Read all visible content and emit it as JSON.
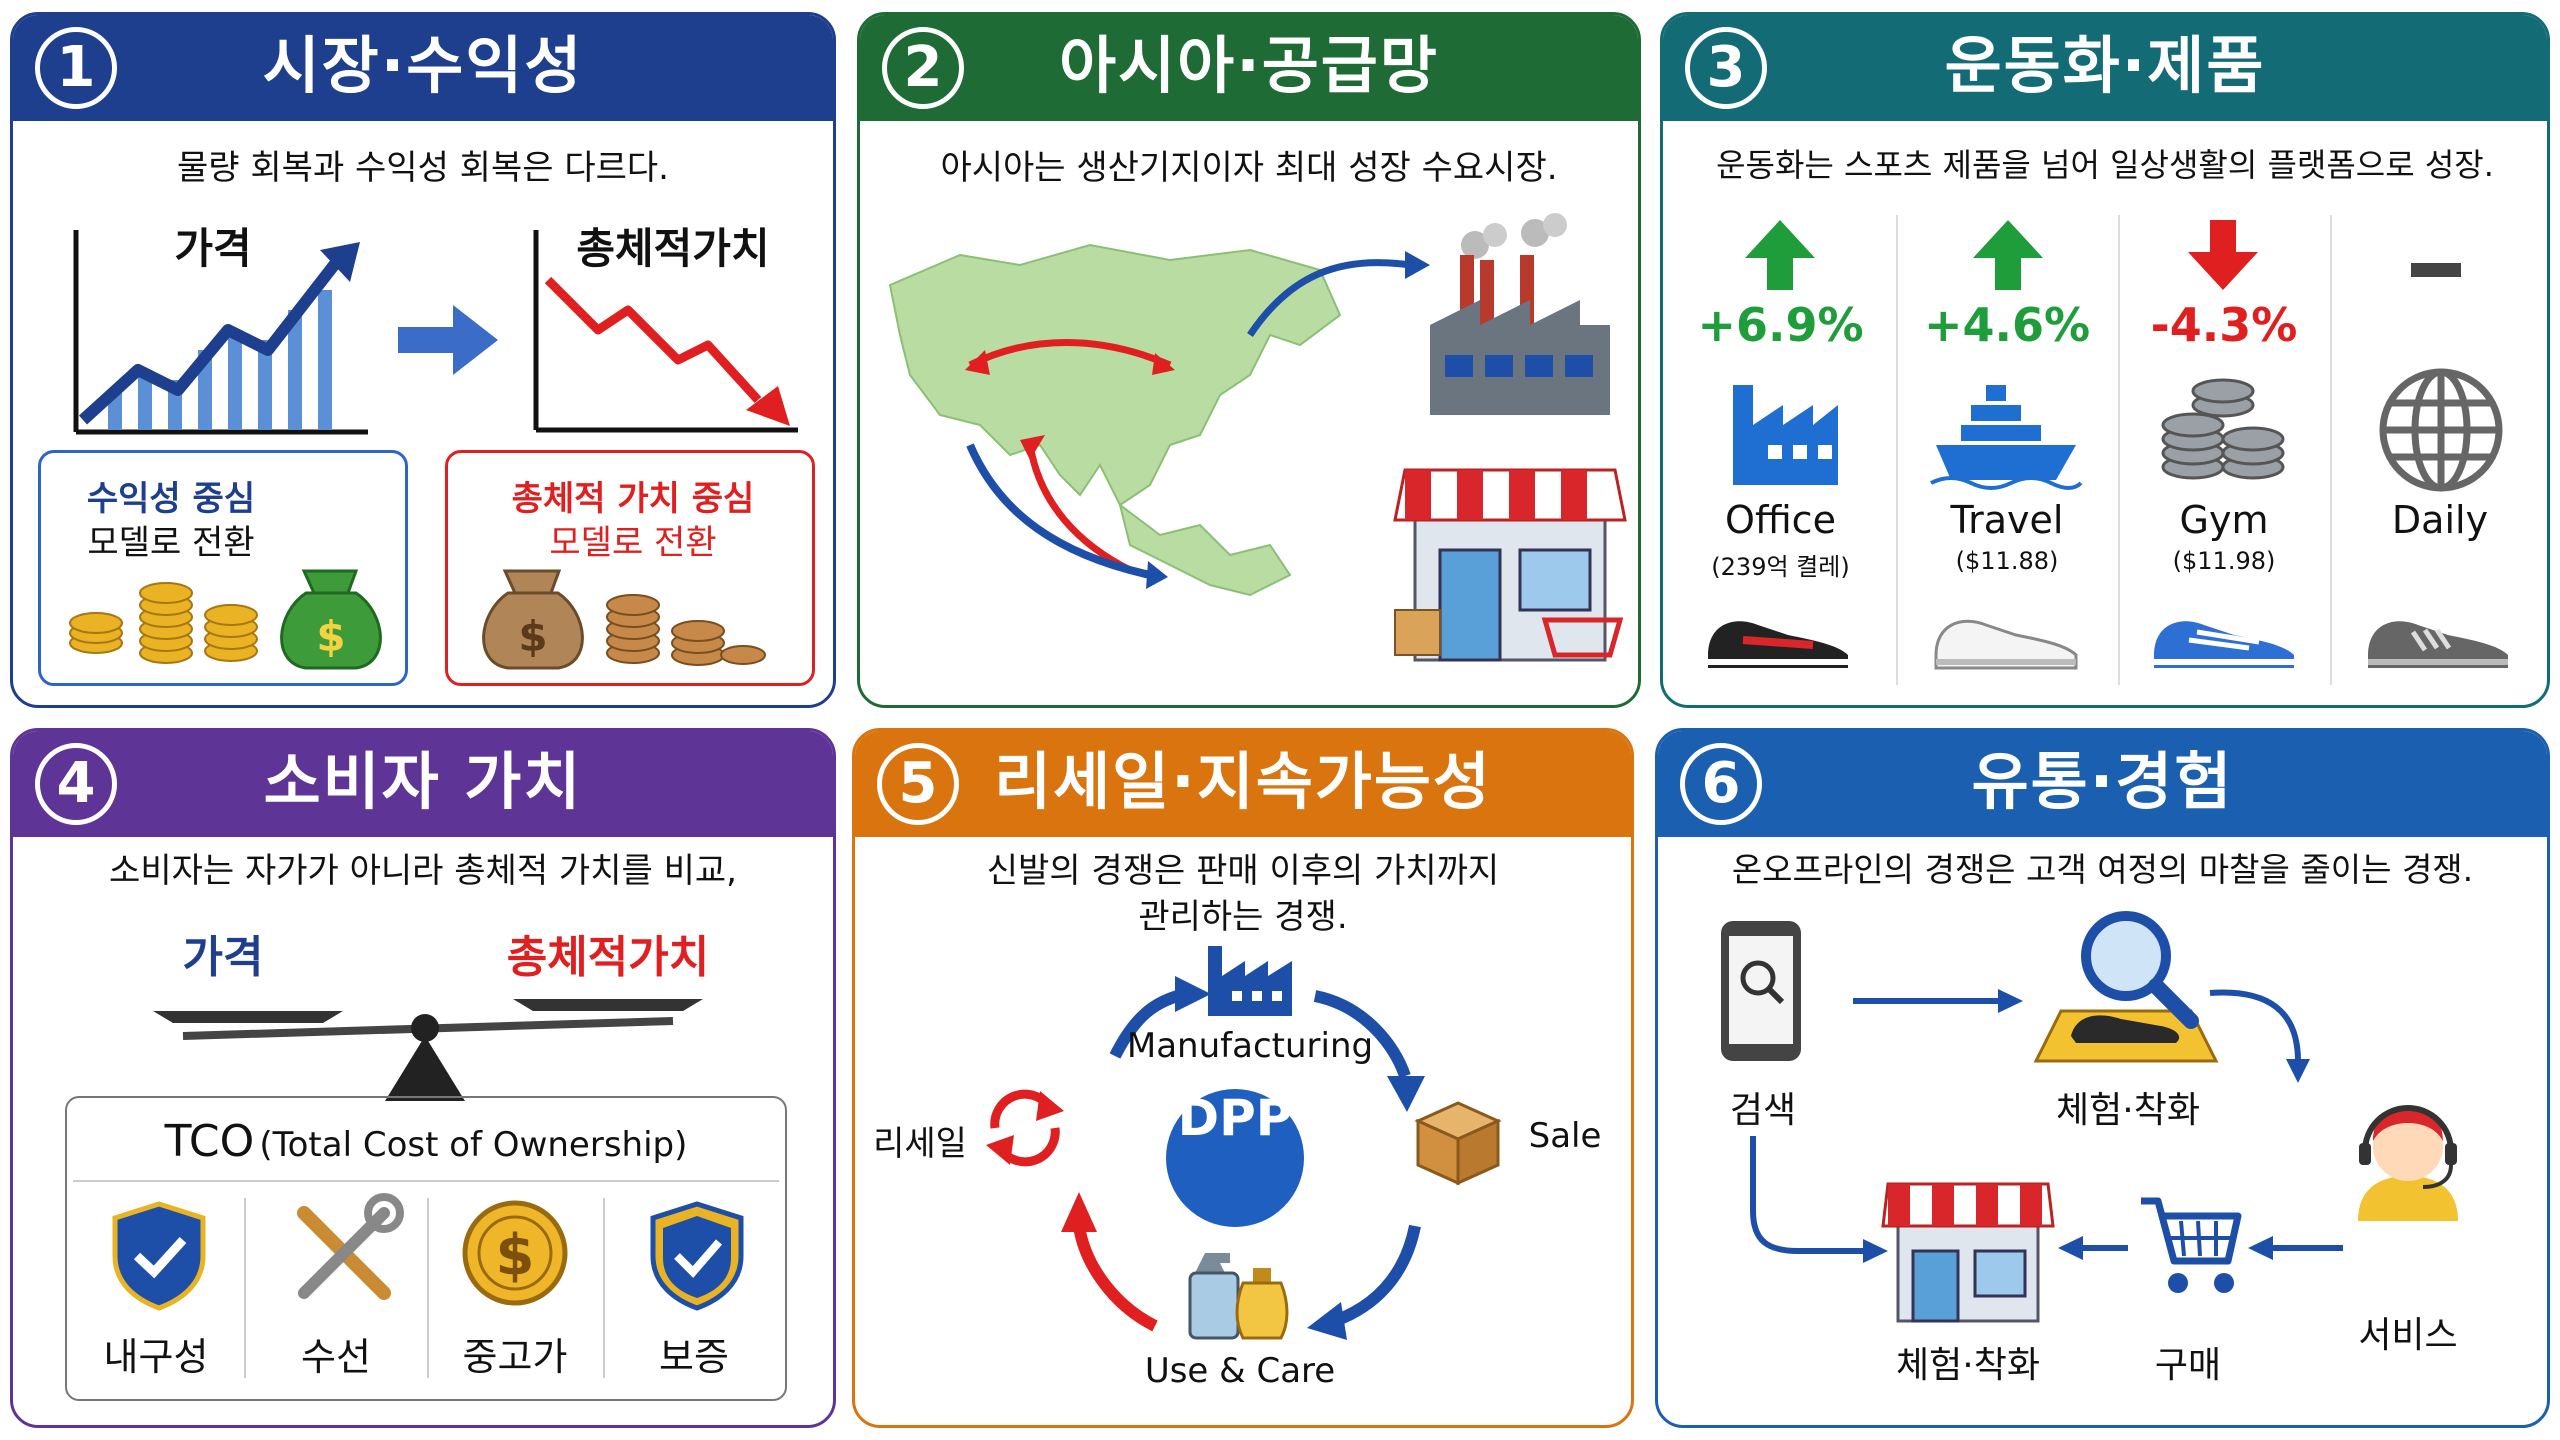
{
  "colors": {
    "p1": "#1e3f8e",
    "p2": "#1e6b35",
    "p3": "#136b75",
    "p4": "#5e3596",
    "p5": "#d9740f",
    "p6": "#1a5fb0",
    "up": "#1f9d3a",
    "down": "#e02020",
    "neutral": "#444444"
  },
  "p1": {
    "number": "1",
    "title": "시장·수익성",
    "subtitle": "물량 회복과 수익성 회복은 다르다.",
    "chart1_label": "가격",
    "chart2_label": "총체적가치",
    "box1_line1": "수익성 중심",
    "box1_line2": "모델로 전환",
    "box2_line1": "총체적 가치 중심",
    "box2_line2": "모델로 전환"
  },
  "p2": {
    "number": "2",
    "title": "아시아·공급망",
    "subtitle": "아시아는 생산기지이자 최대 성장 수요시장."
  },
  "p3": {
    "number": "3",
    "title": "운동화·제품",
    "subtitle": "운동화는 스포츠 제품을 넘어 일상생활의 플랫폼으로 성장.",
    "categories": [
      {
        "trend": "up",
        "value": "+6.9%",
        "name": "Office",
        "note": "(239억 켤레)",
        "icon": "factory-icon"
      },
      {
        "trend": "up",
        "value": "+4.6%",
        "name": "Travel",
        "note": "($11.88)",
        "icon": "ship-icon"
      },
      {
        "trend": "down",
        "value": "-4.3%",
        "name": "Gym",
        "note": "($11.98)",
        "icon": "coins-icon"
      },
      {
        "trend": "flat",
        "value": "",
        "name": "Daily",
        "note": "",
        "icon": "globe-icon"
      }
    ]
  },
  "p4": {
    "number": "4",
    "title": "소비자 가치",
    "subtitle": "소비자는 자가가 아니라 총체적 가치를 비교,",
    "left_label": "가격",
    "right_label": "총체적가치",
    "tco_title": "TCO",
    "tco_full": "(Total Cost of Ownership)",
    "items": [
      "내구성",
      "수선",
      "중고가",
      "보증"
    ]
  },
  "p5": {
    "number": "5",
    "title": "리세일·지속가능성",
    "subtitle_line1": "신발의 경쟁은 판매 이후의 가치까지",
    "subtitle_line2": "관리하는 경쟁.",
    "center": "DPP",
    "manufacturing": "Manufacturing",
    "sale": "Sale",
    "use_care": "Use & Care",
    "resale": "리세일"
  },
  "p6": {
    "number": "6",
    "title": "유통·경험",
    "subtitle": "온오프라인의 경쟁은 고객 여정의 마찰을 줄이는 경쟁.",
    "search": "검색",
    "try_on_top": "체험·착화",
    "service": "서비스",
    "purchase": "구매",
    "try_on_bottom": "체험·착화"
  }
}
